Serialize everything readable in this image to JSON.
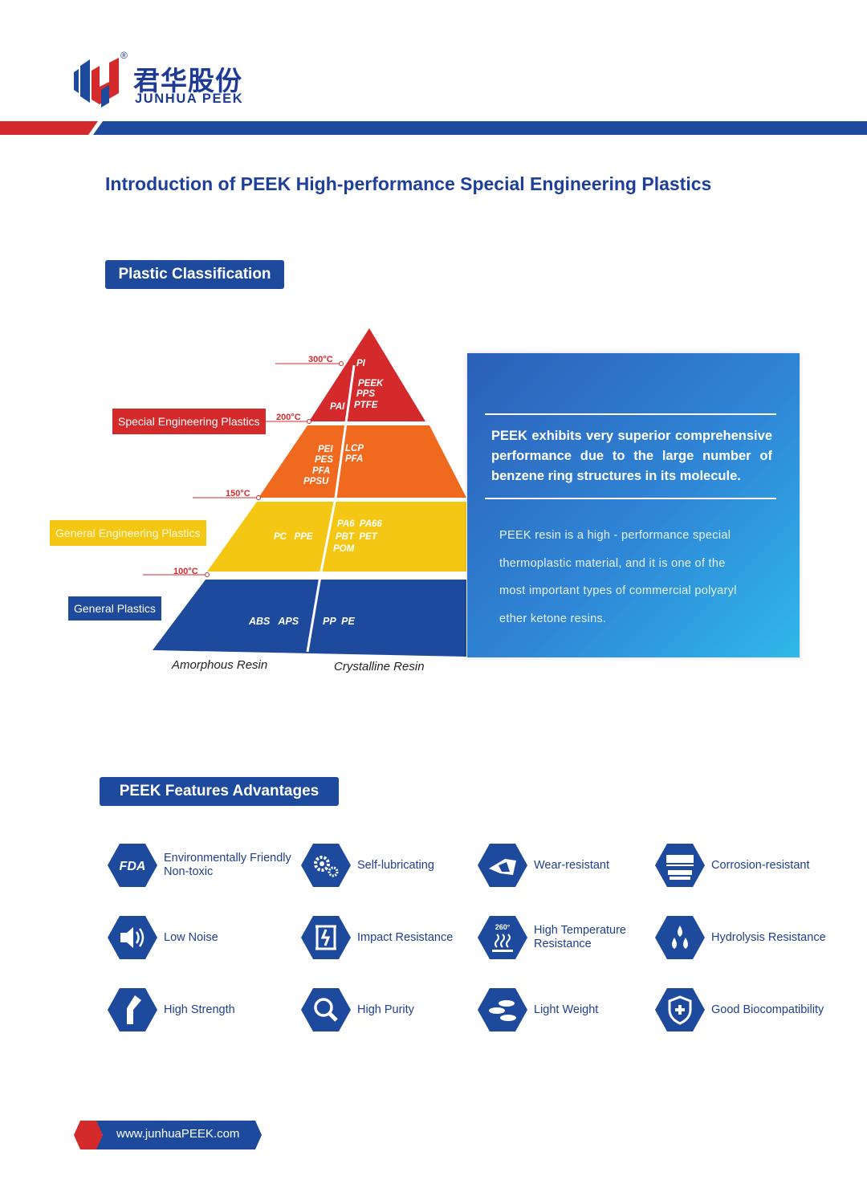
{
  "brand": {
    "name_cn": "君华股份",
    "name_en": "JUNHUA PEEK",
    "registered_mark": "®",
    "colors": {
      "blue": "#1e4a9d",
      "red": "#d52a2c",
      "orange": "#ef6a1f",
      "yellow": "#f5c715"
    }
  },
  "page_title": "Introduction of PEEK High-performance Special Engineering Plastics",
  "classification": {
    "section_label": "Plastic Classification",
    "categories": {
      "special": "Special Engineering Plastics",
      "general_engineering": "General Engineering Plastics",
      "general": "General Plastics"
    },
    "temperatures": {
      "t300": "300°C",
      "t200": "200°C",
      "t150": "150°C",
      "t100": "100°C"
    },
    "tiers": {
      "top": {
        "amorphous": [
          "PI",
          "PAI"
        ],
        "crystalline": [
          "PEEK",
          "PPS",
          "PTFE"
        ]
      },
      "upper": {
        "amorphous": [
          "PEI",
          "PES",
          "PFA",
          "PPSU"
        ],
        "crystalline": [
          "LCP",
          "PFA"
        ]
      },
      "middle": {
        "amorphous": "PC   PPE",
        "crystalline": [
          "PA6  PA66",
          "PBT  PET",
          "POM"
        ]
      },
      "bottom": {
        "amorphous": "ABS   APS",
        "crystalline": "PP  PE"
      }
    },
    "resin_labels": {
      "amorphous": "Amorphous Resin",
      "crystalline": "Crystalline Resin"
    }
  },
  "info_panel": {
    "headline_lines": [
      "PEEK exhibits very superior comprehensive",
      "performance due to the large number of",
      "benzene ring structures in its molecule."
    ],
    "body_lines": [
      "PEEK resin is a high - performance special",
      "thermoplastic material, and it is one of the",
      "most important types of commercial polyaryl",
      "ether ketone resins."
    ]
  },
  "features": {
    "section_label": "PEEK Features Advantages",
    "items": [
      {
        "lines": [
          "Environmentally Friendly",
          "Non-toxic"
        ],
        "icon": "fda-icon"
      },
      {
        "lines": [
          "Self-lubricating"
        ],
        "icon": "gears-icon"
      },
      {
        "lines": [
          "Wear-resistant"
        ],
        "icon": "eraser-icon"
      },
      {
        "lines": [
          "Corrosion-resistant"
        ],
        "icon": "dropper-icon"
      },
      {
        "lines": [
          "Low Noise"
        ],
        "icon": "speaker-icon"
      },
      {
        "lines": [
          "Impact Resistance"
        ],
        "icon": "impact-icon"
      },
      {
        "lines": [
          "High Temperature",
          "Resistance"
        ],
        "icon": "heat-icon",
        "icon_text": "260°"
      },
      {
        "lines": [
          "Hydrolysis Resistance"
        ],
        "icon": "water-drops-icon"
      },
      {
        "lines": [
          "High Strength"
        ],
        "icon": "bent-bar-icon"
      },
      {
        "lines": [
          "High Purity"
        ],
        "icon": "magnifier-icon"
      },
      {
        "lines": [
          "Light Weight"
        ],
        "icon": "feather-weight-icon"
      },
      {
        "lines": [
          "Good Biocompatibility"
        ],
        "icon": "medical-shield-icon"
      }
    ]
  },
  "footer": {
    "url": "www.junhuaPEEK.com"
  }
}
